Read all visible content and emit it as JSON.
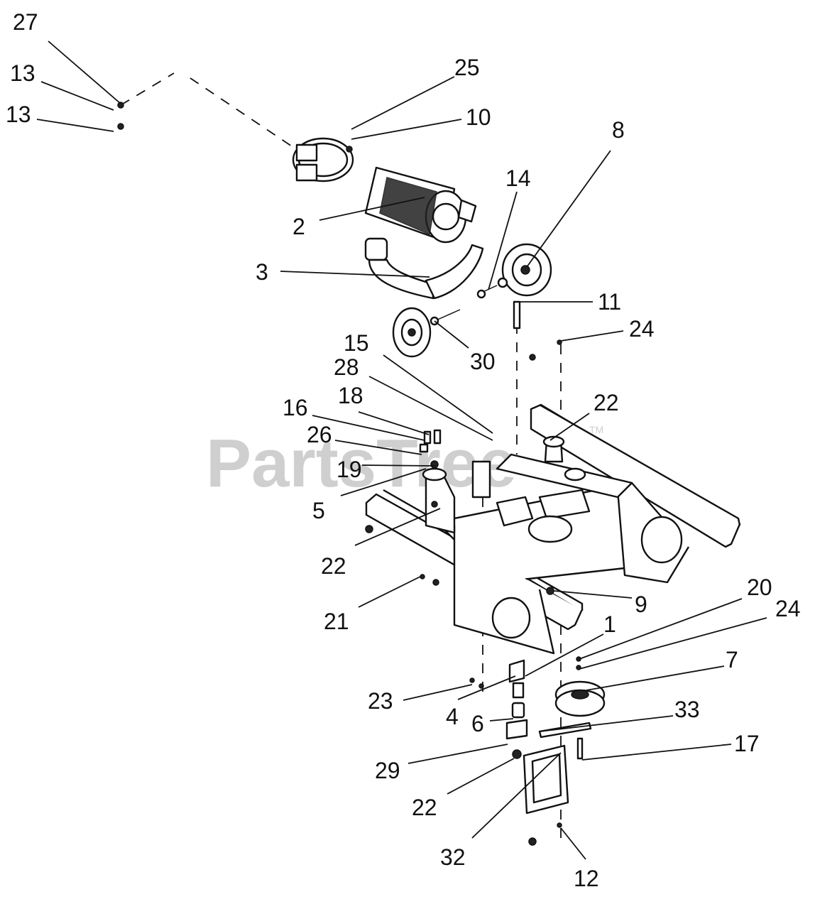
{
  "watermark": {
    "text": "PartsTree",
    "tm": "TM"
  },
  "callouts": {
    "c27": "27",
    "c13a": "13",
    "c13b": "13",
    "c25": "25",
    "c10": "10",
    "c8": "8",
    "c14": "14",
    "c2": "2",
    "c3": "3",
    "c11": "11",
    "c24a": "24",
    "c30": "30",
    "c15": "15",
    "c28": "28",
    "c18": "18",
    "c16": "16",
    "c26": "26",
    "c19": "19",
    "c5": "5",
    "c22a": "22",
    "c22b": "22",
    "c9": "9",
    "c21": "21",
    "c20": "20",
    "c24b": "24",
    "c1": "1",
    "c7": "7",
    "c23": "23",
    "c4": "4",
    "c6": "6",
    "c33": "33",
    "c17": "17",
    "c29": "29",
    "c22c": "22",
    "c32": "32",
    "c12": "12"
  }
}
